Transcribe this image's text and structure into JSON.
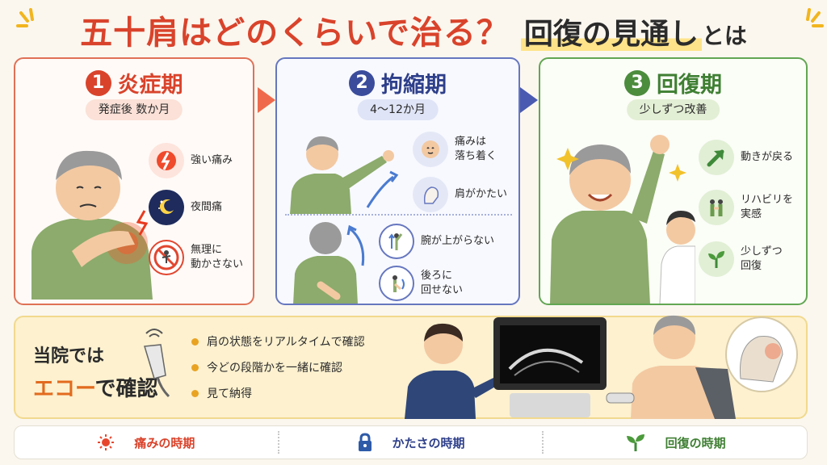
{
  "title": {
    "part1": "五十肩はどのくらいで治る？",
    "part2": "回復の見通し",
    "part3": "とは"
  },
  "phases": [
    {
      "number": "1",
      "name": "炎症期",
      "period": "発症後 数か月",
      "features": [
        {
          "icon": "pain-icon",
          "label": "強い痛み"
        },
        {
          "icon": "night-pain-icon",
          "label": "夜間痛"
        },
        {
          "icon": "no-move-icon",
          "label": "無理に\n動かさない"
        }
      ]
    },
    {
      "number": "2",
      "name": "拘縮期",
      "period": "4〜12か月",
      "features": [
        {
          "icon": "calm-face-icon",
          "label": "痛みは\n落ち着く"
        },
        {
          "icon": "stiff-shoulder-icon",
          "label": "肩がかたい"
        },
        {
          "icon": "arm-raise-icon",
          "label": "腕が上がらない"
        },
        {
          "icon": "arm-back-icon",
          "label": "後ろに\n回せない"
        }
      ]
    },
    {
      "number": "3",
      "name": "回復期",
      "period": "少しずつ改善",
      "features": [
        {
          "icon": "up-arrow-icon",
          "label": "動きが戻る"
        },
        {
          "icon": "rehab-icon",
          "label": "リハビリを\n実感"
        },
        {
          "icon": "sprout-icon",
          "label": "少しずつ\n回復"
        }
      ]
    }
  ],
  "confirm": {
    "title_line1": "当院では",
    "title_highlight": "エコー",
    "title_rest": "で確認",
    "points": [
      "肩の状態をリアルタイムで確認",
      "今どの段階かを一緒に確認",
      "見て納得"
    ]
  },
  "legend": [
    {
      "icon": "sun-icon",
      "label": "痛みの時期",
      "color": "#d9432b"
    },
    {
      "icon": "lock-icon",
      "label": "かたさの時期",
      "color": "#2e3f8a"
    },
    {
      "icon": "sprout-icon",
      "label": "回復の時期",
      "color": "#3f7f33"
    }
  ],
  "colors": {
    "phase1": "#d9432b",
    "phase2": "#3b4c9c",
    "phase3": "#4c8c3d",
    "highlight": "#e26b1e"
  }
}
